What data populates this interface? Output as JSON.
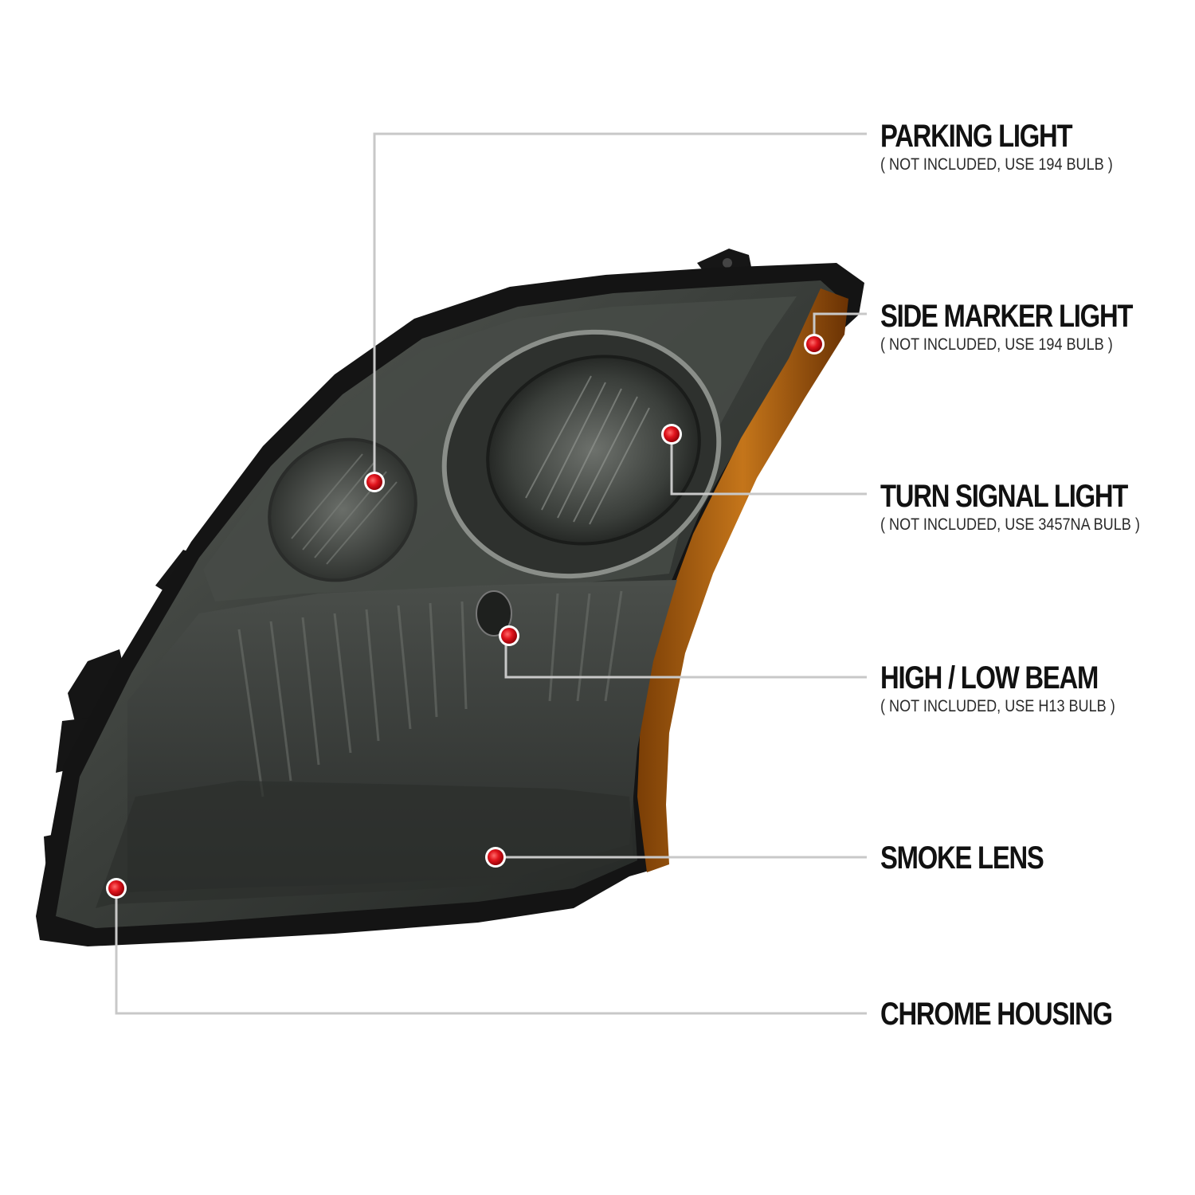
{
  "callouts": [
    {
      "id": "parking",
      "title": "PARKING LIGHT",
      "sub": "( NOT INCLUDED, USE  194  BULB )"
    },
    {
      "id": "side-marker",
      "title": "SIDE MARKER LIGHT",
      "sub": "( NOT INCLUDED, USE  194  BULB )"
    },
    {
      "id": "turn-signal",
      "title": "TURN SIGNAL LIGHT",
      "sub": "( NOT INCLUDED, USE  3457NA  BULB )"
    },
    {
      "id": "high-low",
      "title": "HIGH / LOW BEAM",
      "sub": "( NOT INCLUDED, USE  H13  BULB )"
    },
    {
      "id": "smoke-lens",
      "title": "SMOKE LENS"
    },
    {
      "id": "chrome-housing",
      "title": "CHROME HOUSING"
    }
  ],
  "colors": {
    "leader_line": "#c8c8c8",
    "marker_dot": "#e0141c",
    "lens_smoke": "#3a3d3a",
    "amber_reflector": "#b5650f",
    "housing_black": "#141414"
  },
  "icons": {
    "product": "headlight-assembly-icon",
    "marker": "red-dot-marker-icon"
  }
}
